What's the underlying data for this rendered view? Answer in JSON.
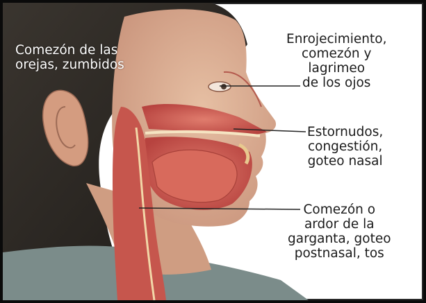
{
  "labels": {
    "ears": [
      "Comezón de las",
      "orejas, zumbidos"
    ],
    "eyes": [
      "Enrojecimiento,",
      "comezón y",
      "lagrimeo",
      "de los ojos"
    ],
    "nose": [
      "Estornudos,",
      "congestión,",
      "goteo nasal"
    ],
    "throat": [
      "Comezón o",
      "ardor de la",
      "garganta, goteo",
      "postnasal, tos"
    ]
  },
  "colors": {
    "border": "#0a0a0a",
    "background": "#ffffff",
    "hair": "#2e2a26",
    "skin": "#d9a98c",
    "tissue": "#c9504a",
    "pointer_line": "#222222",
    "shirt": "#7b8c8a"
  }
}
